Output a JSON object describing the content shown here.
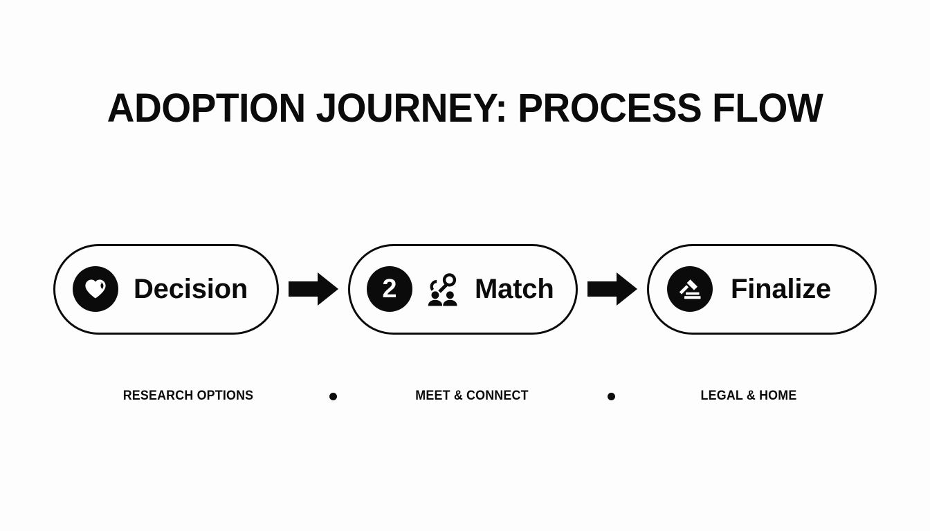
{
  "slide": {
    "title": "ADOPTION JOURNEY: PROCESS FLOW",
    "background_color": "#fdfdfd",
    "ink_color": "#0b0b0b"
  },
  "flow": {
    "steps": [
      {
        "badge_type": "icon",
        "badge_icon": "heart-icon",
        "badge_number": "",
        "inline_icon": "",
        "label": "Decision",
        "caption": "RESEARCH OPTIONS"
      },
      {
        "badge_type": "number",
        "badge_icon": "",
        "badge_number": "2",
        "inline_icon": "people-connect-icon",
        "label": "Match",
        "caption": "MEET & CONNECT"
      },
      {
        "badge_type": "icon",
        "badge_icon": "gavel-icon",
        "badge_number": "",
        "inline_icon": "",
        "label": "Finalize",
        "caption": "LEGAL & HOME"
      }
    ],
    "connector_icon": "arrow-right-icon",
    "caption_separator_icon": "bullet-dot-icon"
  }
}
